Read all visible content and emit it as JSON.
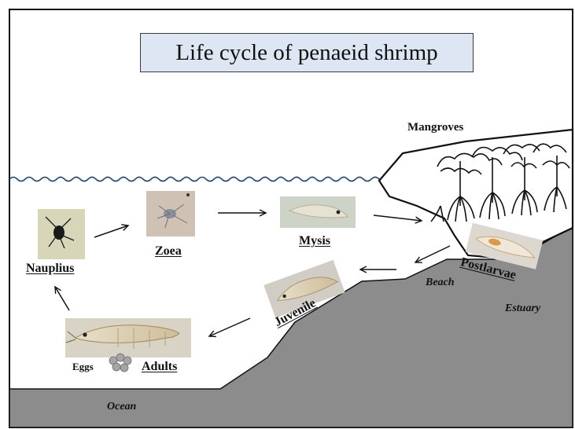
{
  "title": "Life cycle of penaeid shrimp",
  "labels": {
    "mangroves": "Mangroves",
    "nauplius": "Nauplius",
    "zoea": "Zoea",
    "mysis": "Mysis",
    "postlarvae": "Postlarvae",
    "juvenile": "Juvenile",
    "adults": "Adults",
    "eggs": "Eggs",
    "beach": "Beach",
    "estuary": "Estuary",
    "ocean": "Ocean"
  },
  "colors": {
    "seabed": "#8c8c8c",
    "water_line": "#2b4a6b",
    "title_fill": "#dde6f2",
    "outline": "#111111"
  },
  "icons": [
    "nauplius-image",
    "zoea-image",
    "mysis-image",
    "postlarvae-image",
    "juvenile-image",
    "adult-shrimp-image",
    "eggs-icon",
    "mangrove-trees",
    "arrow"
  ]
}
